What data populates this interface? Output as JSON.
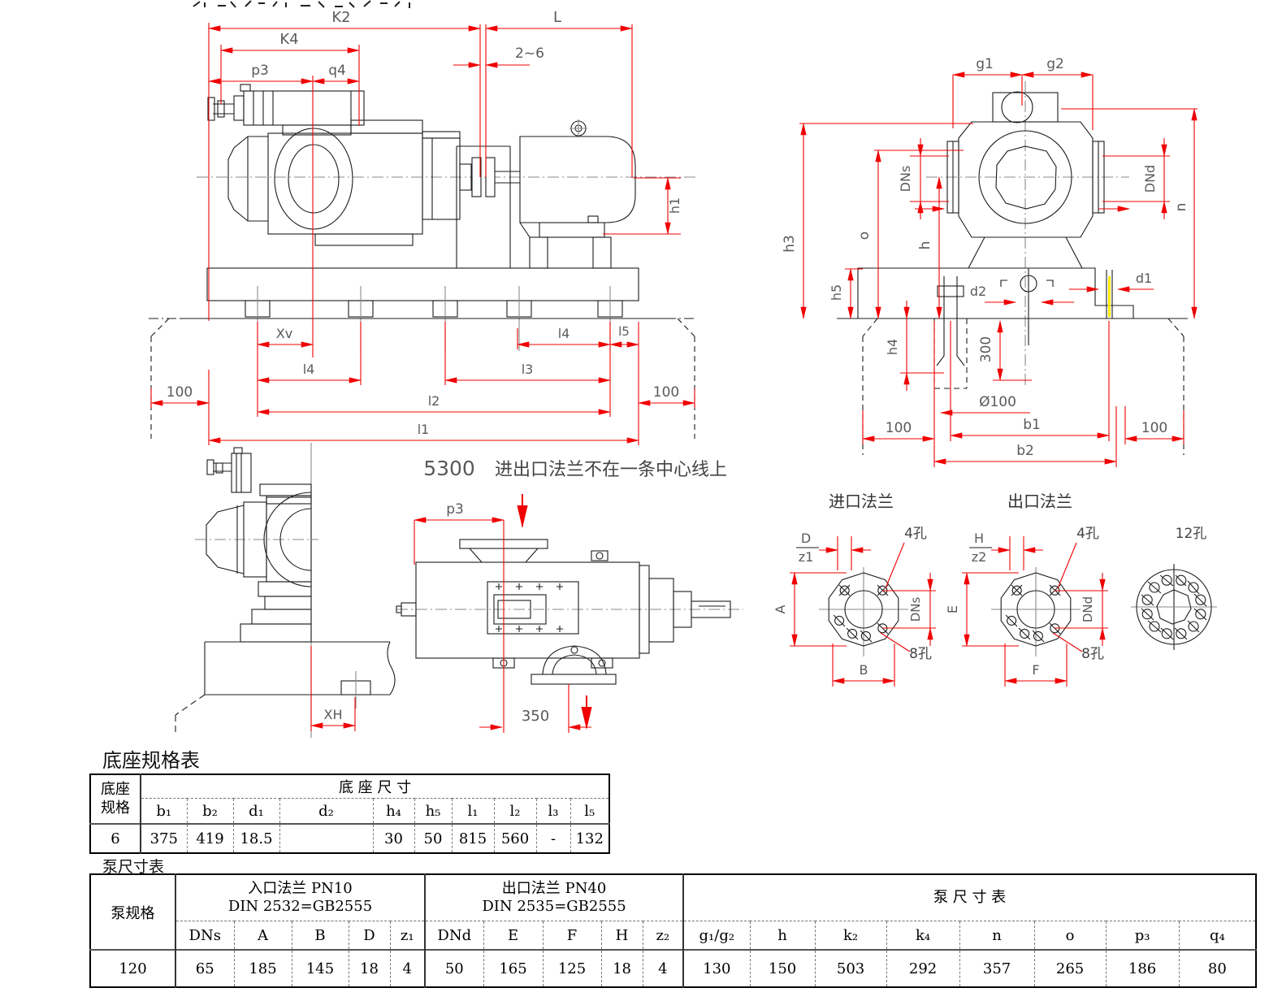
{
  "colors": {
    "dimension_red": "#f00000",
    "drawing_line": "#1c1c1c",
    "centerline_gray": "#8a8a8a",
    "label_gray": "#5a5a5a",
    "highlight_yellow": "#ffee00"
  },
  "side_view": {
    "k2": "K2",
    "k4": "K4",
    "p3": "p3",
    "q4": "q4",
    "l": "L",
    "gap": "2~6",
    "h1": "h1",
    "xv": "Xv",
    "l4": "l4",
    "l5": "l5",
    "l3": "l3",
    "l2": "l2",
    "l1": "l1",
    "m100": "100"
  },
  "end_view": {
    "g1": "g1",
    "g2": "g2",
    "n": "n",
    "o": "o",
    "h": "h",
    "h3": "h3",
    "h4": "h4",
    "h5": "h5",
    "dns": "DNs",
    "dnd": "DNd",
    "d1": "d1",
    "d2": "d2",
    "depth300": "300",
    "grout": "Ø100",
    "b1": "b1",
    "b2": "b2",
    "m100": "100"
  },
  "note_5300": {
    "code": "5300",
    "text": "进出口法兰不在一条中心线上",
    "p3": "p3",
    "offset350": "350"
  },
  "partial_view": {
    "xh": "XH"
  },
  "flanges": {
    "inlet_title": "进口法兰",
    "outlet_title": "出口法兰",
    "d": "D",
    "z1": "z1",
    "h": "H",
    "z2": "z2",
    "a": "A",
    "b": "B",
    "e": "E",
    "f": "F",
    "dns": "DNs",
    "dnd": "DNd",
    "holes4": "4孔",
    "holes8": "8孔",
    "holes12": "12孔"
  },
  "base_table": {
    "title": "底座规格表",
    "col1_line1": "底座",
    "col1_line2": "规格",
    "group_header": "底 座 尺 寸",
    "columns": [
      "b₁",
      "b₂",
      "d₁",
      "d₂",
      "h₄",
      "h₅",
      "l₁",
      "l₂",
      "l₃",
      "l₅"
    ],
    "row": {
      "spec": "6",
      "values": [
        "375",
        "419",
        "18.5",
        "",
        "30",
        "50",
        "815",
        "560",
        "-",
        "132"
      ]
    }
  },
  "pump_table": {
    "title": "泵尺寸表",
    "col1_header": "泵规格",
    "groups": [
      {
        "line1": "入口法兰 PN10",
        "line2": "DIN 2532=GB2555",
        "columns": [
          "DNs",
          "A",
          "B",
          "D",
          "z₁"
        ]
      },
      {
        "line1": "出口法兰 PN40",
        "line2": "DIN 2535=GB2555",
        "columns": [
          "DNd",
          "E",
          "F",
          "H",
          "z₂"
        ]
      },
      {
        "line1": "泵 尺 寸 表",
        "line2": "",
        "columns": [
          "g₁/g₂",
          "h",
          "k₂",
          "k₄",
          "n",
          "o",
          "p₃",
          "q₄"
        ]
      }
    ],
    "row": {
      "spec": "120",
      "values": [
        "65",
        "185",
        "145",
        "18",
        "4",
        "50",
        "165",
        "125",
        "18",
        "4",
        "130",
        "150",
        "503",
        "292",
        "357",
        "265",
        "186",
        "80"
      ]
    }
  }
}
